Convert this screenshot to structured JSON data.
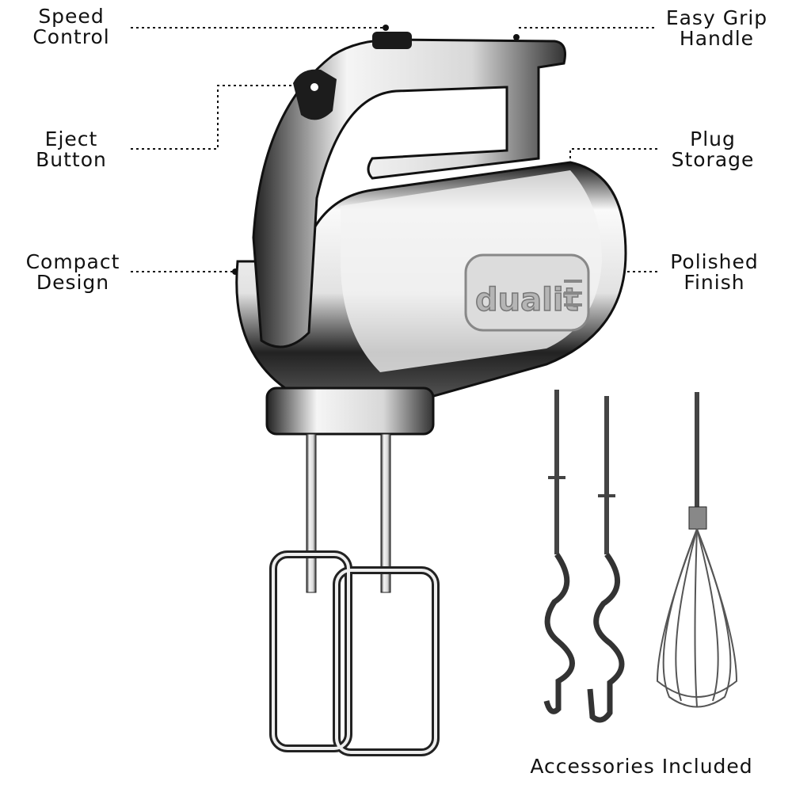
{
  "labels": {
    "speed_control": [
      "Speed",
      "Control"
    ],
    "easy_grip": [
      "Easy Grip",
      "Handle"
    ],
    "eject_button": [
      "Eject",
      "Button"
    ],
    "plug_storage": [
      "Plug",
      "Storage"
    ],
    "compact_design": [
      "Compact",
      "Design"
    ],
    "polished_finish": [
      "Polished",
      "Finish"
    ],
    "accessories": "Accessories Included"
  },
  "brand_logo": "dualit",
  "colors": {
    "text": "#111111",
    "chrome_dark": "#1a1a1a",
    "chrome_light": "#e8e8e8"
  }
}
